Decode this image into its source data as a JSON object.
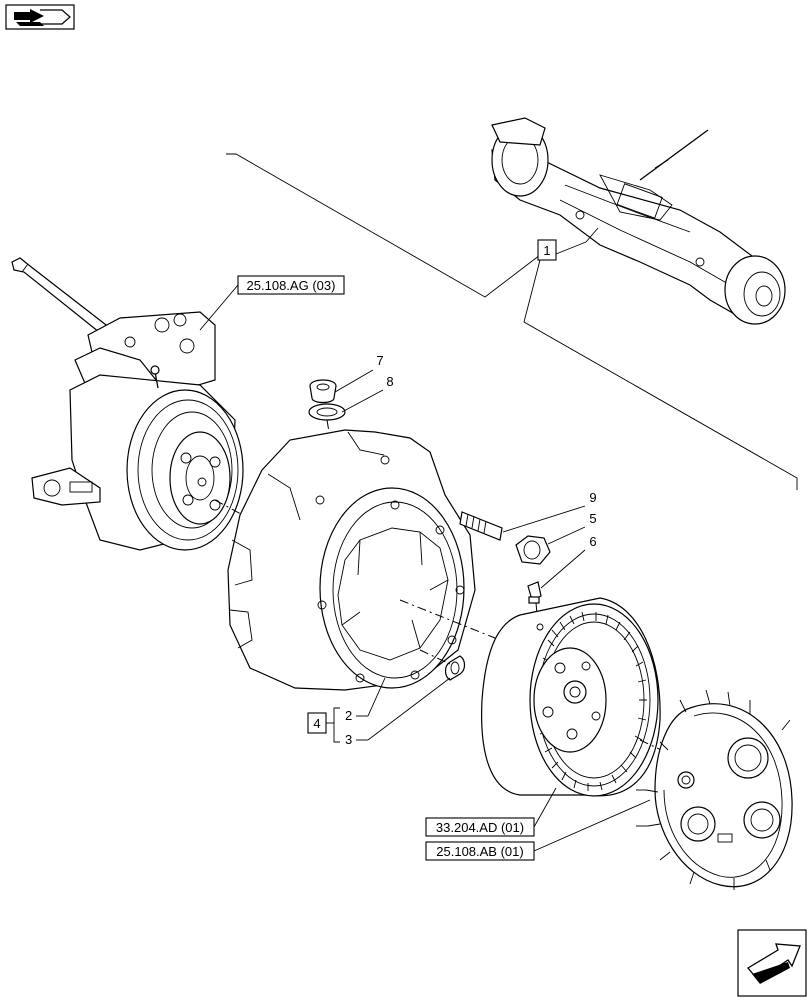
{
  "callouts": {
    "c1": "1",
    "c2": "2",
    "c3": "3",
    "c4": "4",
    "c5": "5",
    "c6": "6",
    "c7": "7",
    "c8": "8",
    "c9": "9"
  },
  "references": {
    "steering_knuckle": "25.108.AG (03)",
    "ring_gear": "33.204.AD (01)",
    "planetary_carrier": "25.108.AB (01)"
  },
  "icons": {
    "top_left": "book-arrow-icon",
    "bottom_right": "next-page-arrow-icon"
  }
}
